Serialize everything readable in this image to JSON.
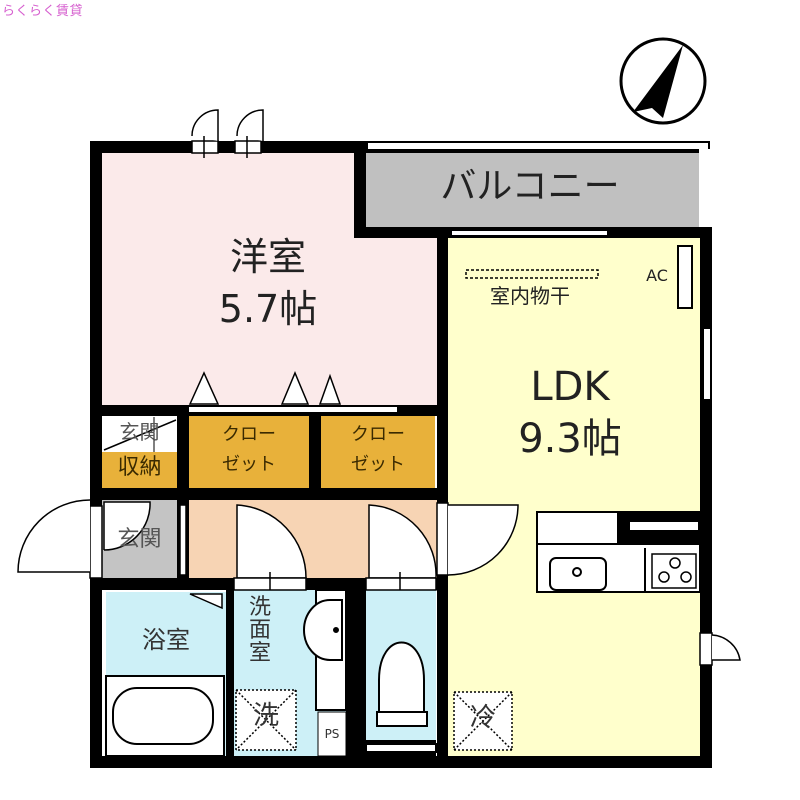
{
  "brand": {
    "text": "らくらく賃貸",
    "color": "#d65fcf"
  },
  "compass": {
    "icon": "north-arrow-icon"
  },
  "rooms": {
    "western": {
      "name": "洋室",
      "size": "5.7帖",
      "color": "#fbeaea"
    },
    "balcony": {
      "name": "バルコニー",
      "color": "#c0c0c0"
    },
    "ldk": {
      "name": "LDK",
      "size": "9.3帖",
      "color": "#ffffcc"
    },
    "closet1": {
      "line1": "クロー",
      "line2": "ゼット",
      "color": "#e8b13a"
    },
    "closet2": {
      "line1": "クロー",
      "line2": "ゼット",
      "color": "#e8b13a"
    },
    "entrance_storage": {
      "top": "玄関",
      "bottom": "収納",
      "color": "#e8b13a"
    },
    "entrance": {
      "name": "玄関",
      "color": "#c4c4c4"
    },
    "hallway": {
      "color": "#f7d4b4"
    },
    "bath": {
      "name": "浴室",
      "color": "#cdf0f7"
    },
    "washroom": {
      "name": "洗\n面\n室",
      "color": "#cdf0f7"
    },
    "toilet": {
      "color": "#cdf0f7"
    }
  },
  "fixtures": {
    "ac": "AC",
    "indoor_drying": "室内物干",
    "washer": "洗",
    "fridge": "冷",
    "pipe_space": "PS"
  }
}
